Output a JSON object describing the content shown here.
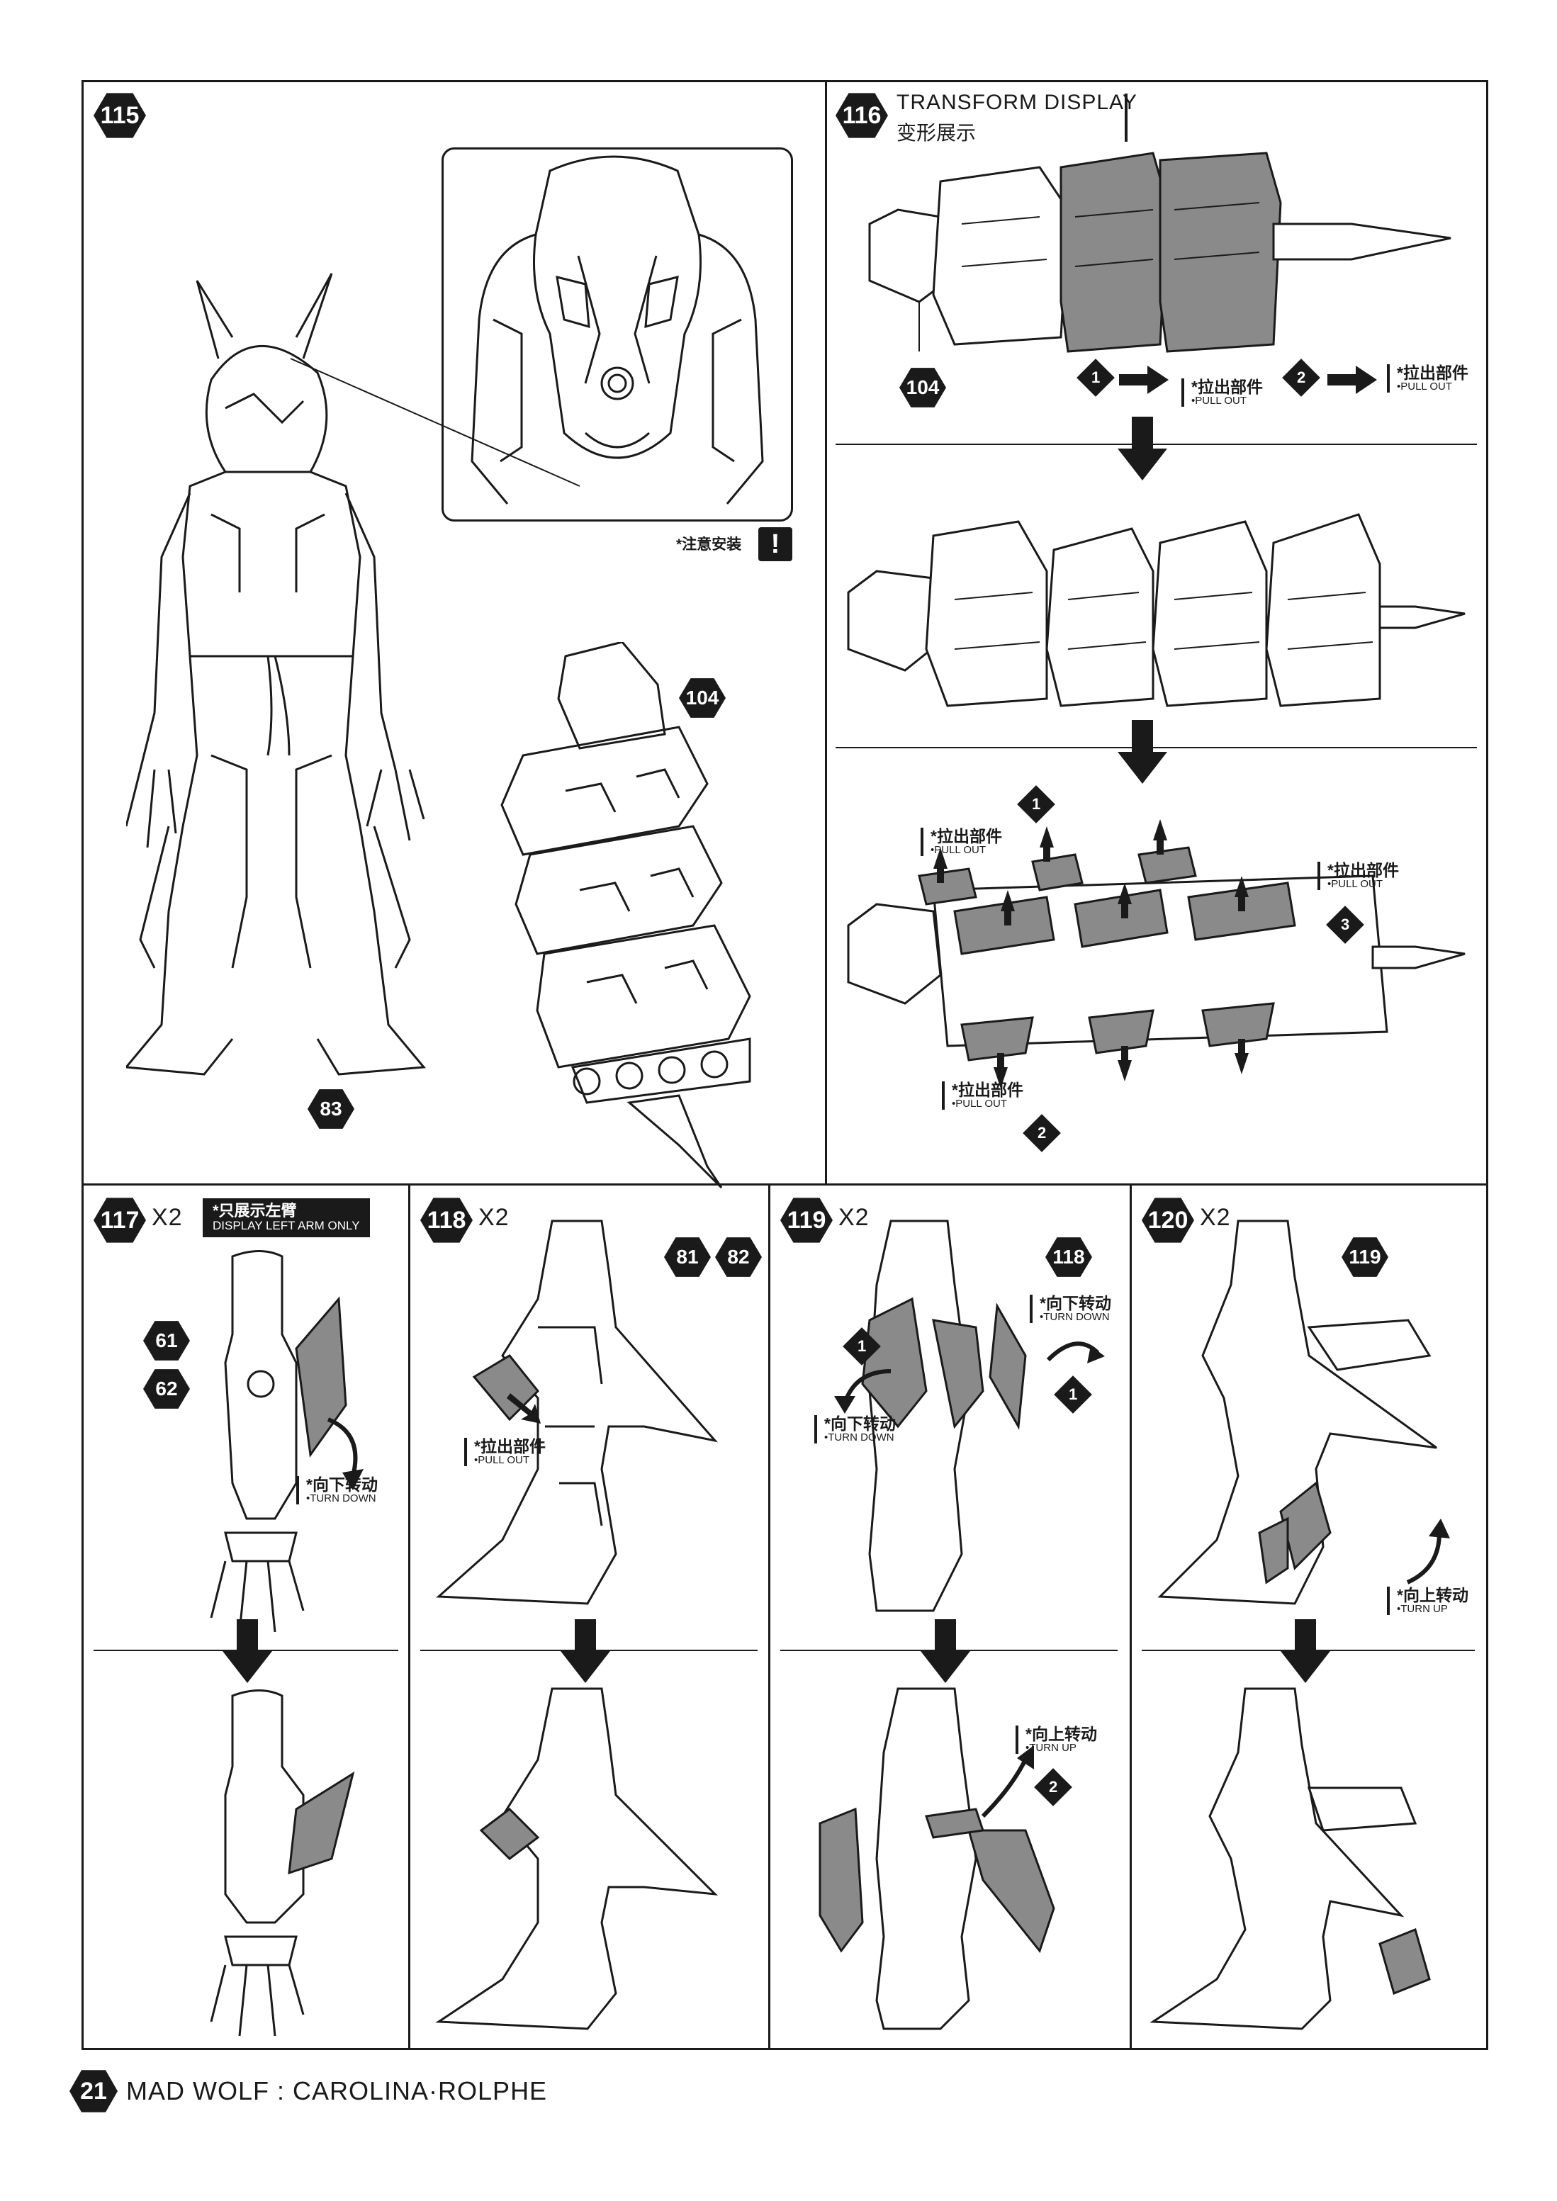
{
  "steps": {
    "s115": {
      "num": "115",
      "parts": {
        "p104": "104",
        "p83": "83"
      },
      "caution": "*注意安装",
      "warn": "!"
    },
    "s116": {
      "num": "116",
      "title_en": "TRANSFORM DISPLAY",
      "title_cn": "变形展示",
      "part": "104",
      "pull_cn": "*拉出部件",
      "pull_en": "•PULL OUT",
      "n1": "1",
      "n2": "2",
      "n3": "3"
    },
    "s117": {
      "num": "117",
      "mult": "X2",
      "left_cn": "*只展示左臂",
      "left_en": "DISPLAY LEFT ARM ONLY",
      "p61": "61",
      "p62": "62",
      "turn_cn": "*向下转动",
      "turn_en": "•TURN DOWN"
    },
    "s118": {
      "num": "118",
      "mult": "X2",
      "p81": "81",
      "p82": "82",
      "pull_cn": "*拉出部件",
      "pull_en": "•PULL OUT"
    },
    "s119": {
      "num": "119",
      "mult": "X2",
      "p118": "118",
      "down_cn": "*向下转动",
      "down_en": "•TURN DOWN",
      "up_cn": "*向上转动",
      "up_en": "•TURN UP",
      "n1": "1",
      "n2": "2"
    },
    "s120": {
      "num": "120",
      "mult": "X2",
      "p119": "119",
      "up_cn": "*向上转动",
      "up_en": "•TURN UP"
    }
  },
  "footer": {
    "page": "21",
    "title": "MAD WOLF : CAROLINA·ROLPHE"
  },
  "colors": {
    "ink": "#1a1a1a",
    "shade": "#8a8a8a",
    "paper": "#ffffff"
  }
}
